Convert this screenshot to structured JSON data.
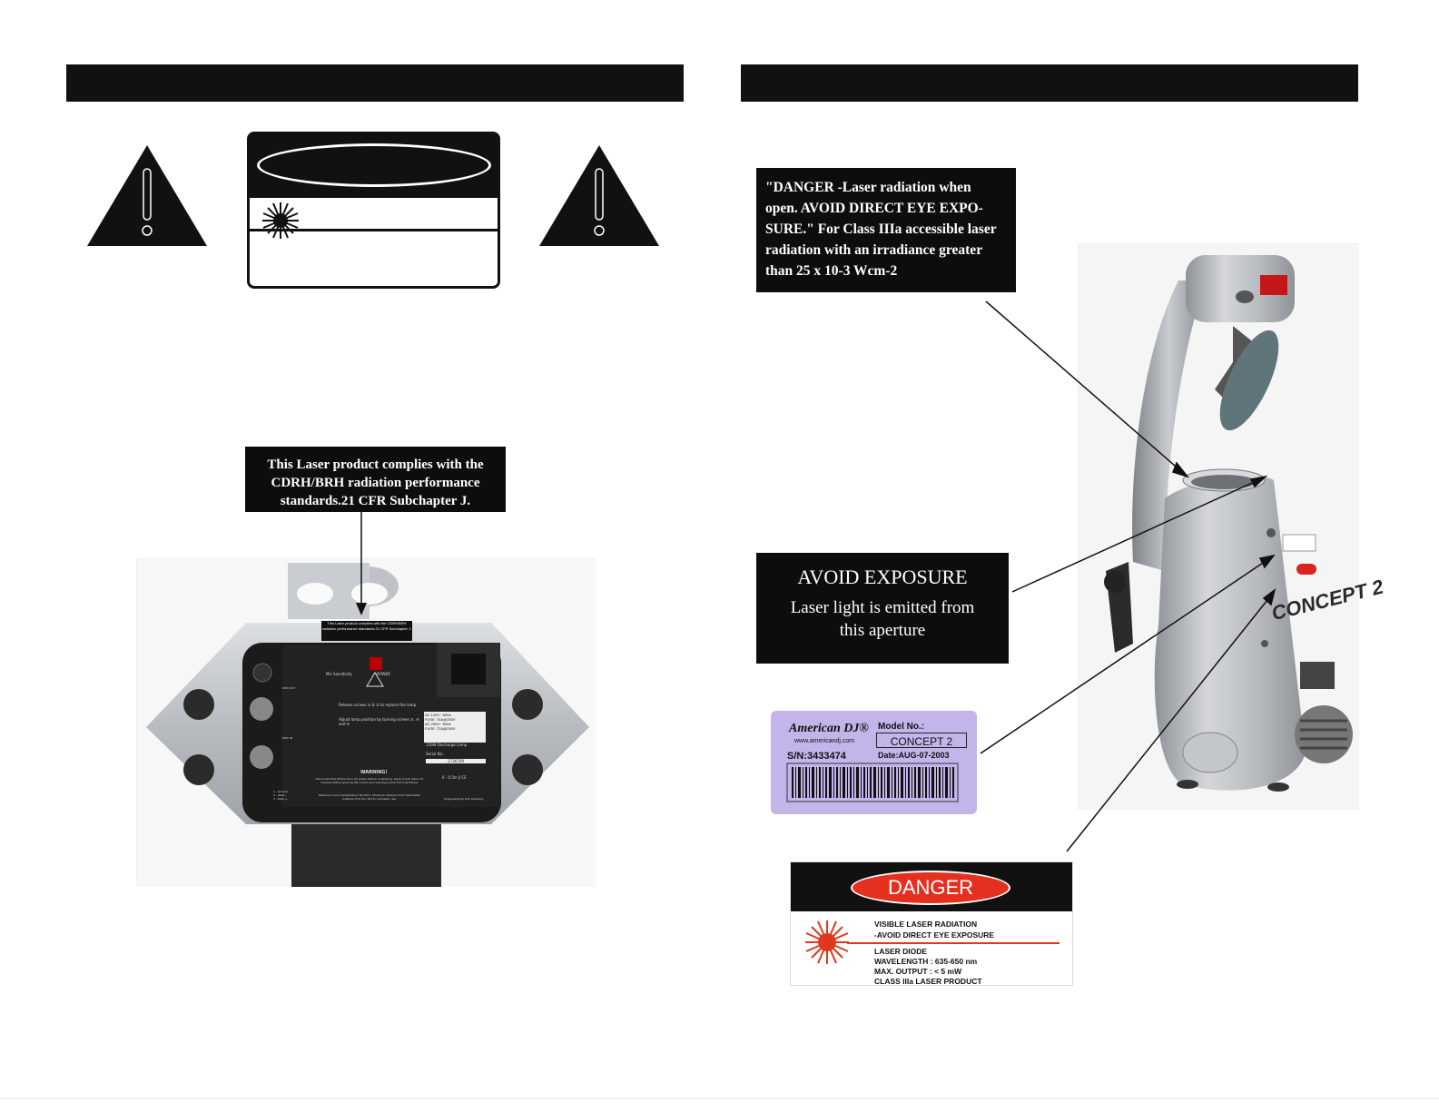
{
  "left_page": {
    "header_text": "",
    "caution_label": {
      "oval_text": "",
      "row1_text": "",
      "row2_text": ""
    },
    "compliance_label": "This Laser product complies with the CDRH/BRH radiation performance standards.21 CFR Subchapter J.",
    "rear_panel": {
      "small_label": "This Laser product complies with the CDRH/BRH radiation performance standards.21 CFR Subchapter J.",
      "mic_sensitivity": "Mic Sensitivity",
      "power": "POWER",
      "release_screws": "Release screws ① & ② to replace the lamp.",
      "adjust_lamp": "Adjust lamp position by turning screws ③, ④ and ⑤",
      "voltage_1": "AC 120V~ 60Hz",
      "fuse_1": "FUSE: T4A@250V",
      "voltage_2": "AC 230V~ 50Hz",
      "fuse_2": "FUSE: T2A@250V",
      "lamp": "150W Discharge Lamp",
      "serial_label": "Serial No.:",
      "serial_value": "2736709",
      "warning_title": "WARNING!",
      "warning_text": "Disconnect the fixture from AC power before re-lamping. Lamp is hot! Allow 15 minutes before opening the covers and removing lamp from the fixture.",
      "ambient": "Maximum room temperature Ta=40°C. Minimum distance from flammable material d=0.5m. Not for domestic use.",
      "engineered": "Engineered by GLP Germany",
      "pins": "1 - Ground\n2 - Data -\n3 - Data +",
      "dmx_in": "DMX IN",
      "dmx_out": "DMX OUT",
      "ce_mark": "0 - 0.5m ‖  CE"
    }
  },
  "right_page": {
    "header_text": "",
    "danger_aperture_label": "\"DANGER -Laser radiation when open. AVOID DIRECT EYE EXPO-SURE.\" For Class IIIa accessible laser radiation with an irradiance greater than 25 x 10-3 Wcm-2",
    "avoid_exposure_title": "AVOID EXPOSURE",
    "avoid_exposure_text": "Laser light is emitted from this aperture",
    "id_label": {
      "brand": "American DJ®",
      "website": "www.americandj.com",
      "model_label": "Model No.:",
      "model_value": "CONCEPT 2",
      "serial": "S/N:3433474",
      "date": "Date:AUG-07-2003"
    },
    "danger_sticker": {
      "title": "DANGER",
      "line1": "VISIBLE LASER RADIATION",
      "line2": "-AVOID DIRECT EYE EXPOSURE",
      "line3": "LASER DIODE",
      "line4": "WAVELENGTH : 635-650 nm",
      "line5": "MAX. OUTPUT  : < 5 mW",
      "line6": "CLASS IIIa LASER PRODUCT"
    },
    "fixture_brand": "CONCEPT 2"
  }
}
